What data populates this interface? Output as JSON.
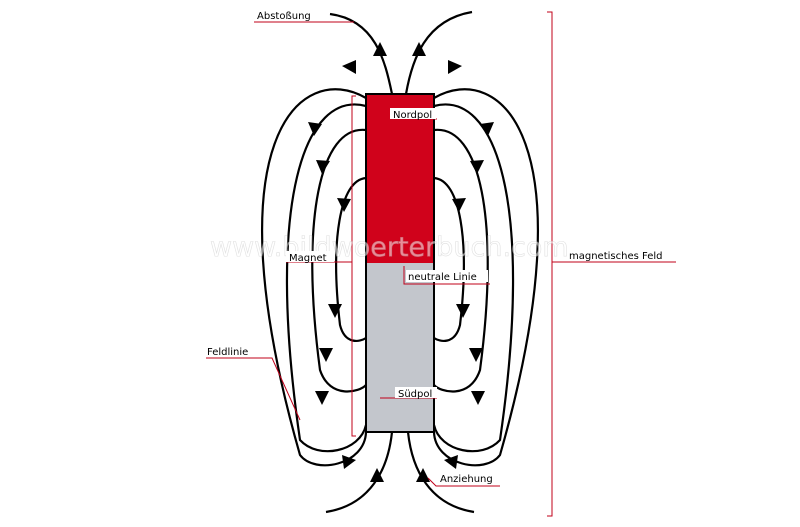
{
  "labels": {
    "abstossung": "Abstoßung",
    "nordpol": "Nordpol",
    "magnet": "Magnet",
    "neutrale_linie": "neutrale Linie",
    "magnetisches_feld": "magnetisches Feld",
    "feldlinie": "Feldlinie",
    "suedpol": "Südpol",
    "anziehung": "Anziehung"
  },
  "watermark": "www.bildwoerterbuch.com",
  "colors": {
    "north_pole": "#d0021b",
    "south_pole": "#c3c6cc",
    "leader_line": "#c0001a",
    "field_line": "#000000"
  },
  "icons": {
    "field_arrow": "arrowhead-triangle"
  }
}
